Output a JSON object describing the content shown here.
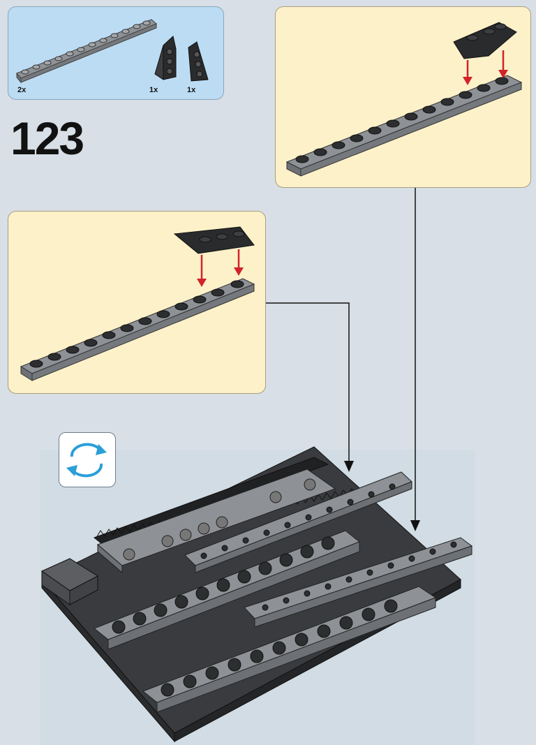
{
  "step": {
    "number": "123"
  },
  "parts_list": {
    "items": [
      {
        "part": "grey-plate-1x12",
        "qty": "2x"
      },
      {
        "part": "dark-wedge-plate-left",
        "qty": "1x"
      },
      {
        "part": "dark-wedge-plate-right",
        "qty": "1x"
      }
    ]
  },
  "icons": {
    "rotate": "rotate-model-icon"
  },
  "colors": {
    "parts_panel": "#bcdcf3",
    "subassembly_panel": "#fdf1c9",
    "plate_grey": "#8e9296",
    "wedge_dark": "#2a2b2d",
    "arrow_red": "#d2232a"
  }
}
